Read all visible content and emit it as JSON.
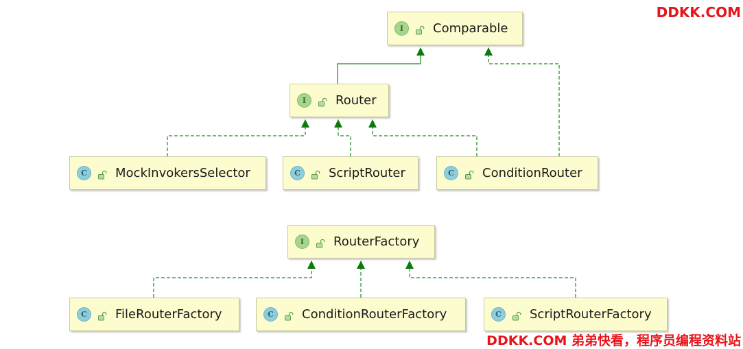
{
  "diagram": {
    "nodes": [
      {
        "id": "comparable",
        "kind": "interface",
        "badge": "I",
        "label": "Comparable"
      },
      {
        "id": "router",
        "kind": "interface",
        "badge": "I",
        "label": "Router"
      },
      {
        "id": "mock",
        "kind": "class",
        "badge": "C",
        "label": "MockInvokersSelector"
      },
      {
        "id": "script",
        "kind": "class",
        "badge": "C",
        "label": "ScriptRouter"
      },
      {
        "id": "condition",
        "kind": "class",
        "badge": "C",
        "label": "ConditionRouter"
      },
      {
        "id": "routerfactory",
        "kind": "interface",
        "badge": "I",
        "label": "RouterFactory"
      },
      {
        "id": "filefactory",
        "kind": "class",
        "badge": "C",
        "label": "FileRouterFactory"
      },
      {
        "id": "condfactory",
        "kind": "class",
        "badge": "C",
        "label": "ConditionRouterFactory"
      },
      {
        "id": "scriptfactory",
        "kind": "class",
        "badge": "C",
        "label": "ScriptRouterFactory"
      }
    ],
    "edges": [
      {
        "from": "router",
        "to": "comparable",
        "type": "extends"
      },
      {
        "from": "condition",
        "to": "comparable",
        "type": "implements"
      },
      {
        "from": "mock",
        "to": "router",
        "type": "implements"
      },
      {
        "from": "script",
        "to": "router",
        "type": "implements"
      },
      {
        "from": "condition",
        "to": "router",
        "type": "implements"
      },
      {
        "from": "filefactory",
        "to": "routerfactory",
        "type": "implements"
      },
      {
        "from": "condfactory",
        "to": "routerfactory",
        "type": "implements"
      },
      {
        "from": "scriptfactory",
        "to": "routerfactory",
        "type": "implements"
      }
    ],
    "colors": {
      "edge": "#1c8a1c",
      "arrow": "#0a7a0a",
      "node_fill": "#fcfccf",
      "interface_badge": "#a6d58d",
      "class_badge": "#8ecddb"
    }
  },
  "watermarks": {
    "top": "DDKK.COM",
    "bottom": "DDKK.COM 弟弟快看，程序员编程资料站"
  }
}
